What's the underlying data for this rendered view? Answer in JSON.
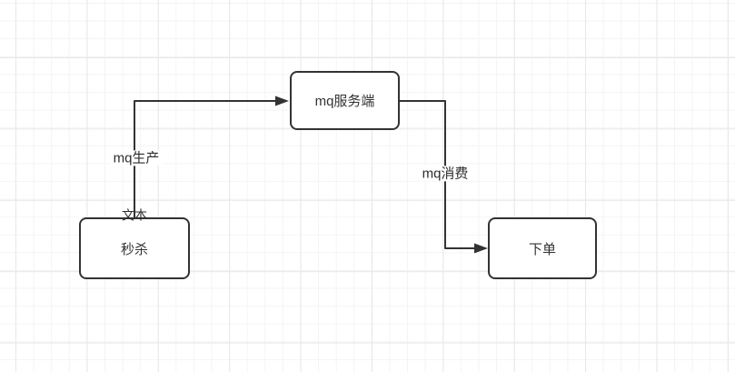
{
  "diagram": {
    "nodes": [
      {
        "id": "mq-server",
        "label": "mq服务端"
      },
      {
        "id": "seckill",
        "label": "秒杀"
      },
      {
        "id": "place-order",
        "label": "下单"
      }
    ],
    "edges": [
      {
        "id": "mq-produce",
        "label": "mq生产",
        "from": "seckill",
        "to": "mq-server"
      },
      {
        "id": "mq-consume",
        "label": "mq消费",
        "from": "mq-server",
        "to": "place-order"
      }
    ],
    "floating_labels": [
      {
        "id": "text-label",
        "label": "文本"
      }
    ],
    "colors": {
      "stroke": "#333333",
      "node_fill": "#ffffff",
      "text": "#2d2d2d",
      "background": "#ffffff",
      "grid_minor": "#f4f4f4",
      "grid_major": "#e7e7e7"
    }
  }
}
